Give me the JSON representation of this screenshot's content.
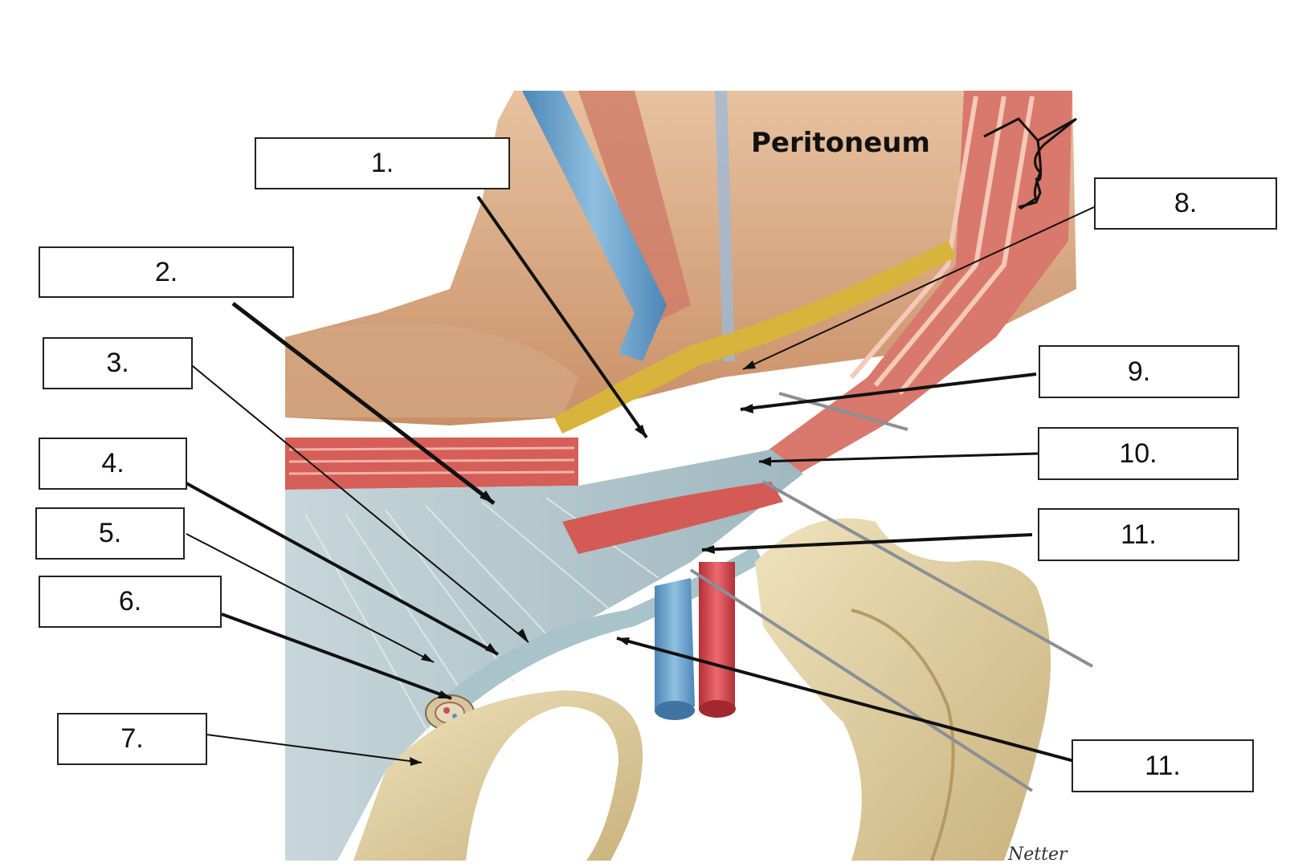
{
  "diagram": {
    "title": "Peritoneum",
    "labels": [
      {
        "id": "label-1",
        "text": "1."
      },
      {
        "id": "label-2",
        "text": "2."
      },
      {
        "id": "label-3",
        "text": "3."
      },
      {
        "id": "label-4",
        "text": "4."
      },
      {
        "id": "label-5",
        "text": "5."
      },
      {
        "id": "label-6",
        "text": "6."
      },
      {
        "id": "label-7",
        "text": "7."
      },
      {
        "id": "label-8",
        "text": "8."
      },
      {
        "id": "label-9",
        "text": "9."
      },
      {
        "id": "label-10",
        "text": "10."
      },
      {
        "id": "label-11a",
        "text": "11."
      },
      {
        "id": "label-11b",
        "text": "11."
      }
    ],
    "signature": "Netter"
  },
  "colors": {
    "vein": "#6fa6cf",
    "artery": "#d8484f",
    "muscle": "#c9605a",
    "ligament": "#b9cdd4",
    "bone": "#e3d1a4",
    "fat": "#d8b43c",
    "peritoneum": "#d6aa86"
  }
}
